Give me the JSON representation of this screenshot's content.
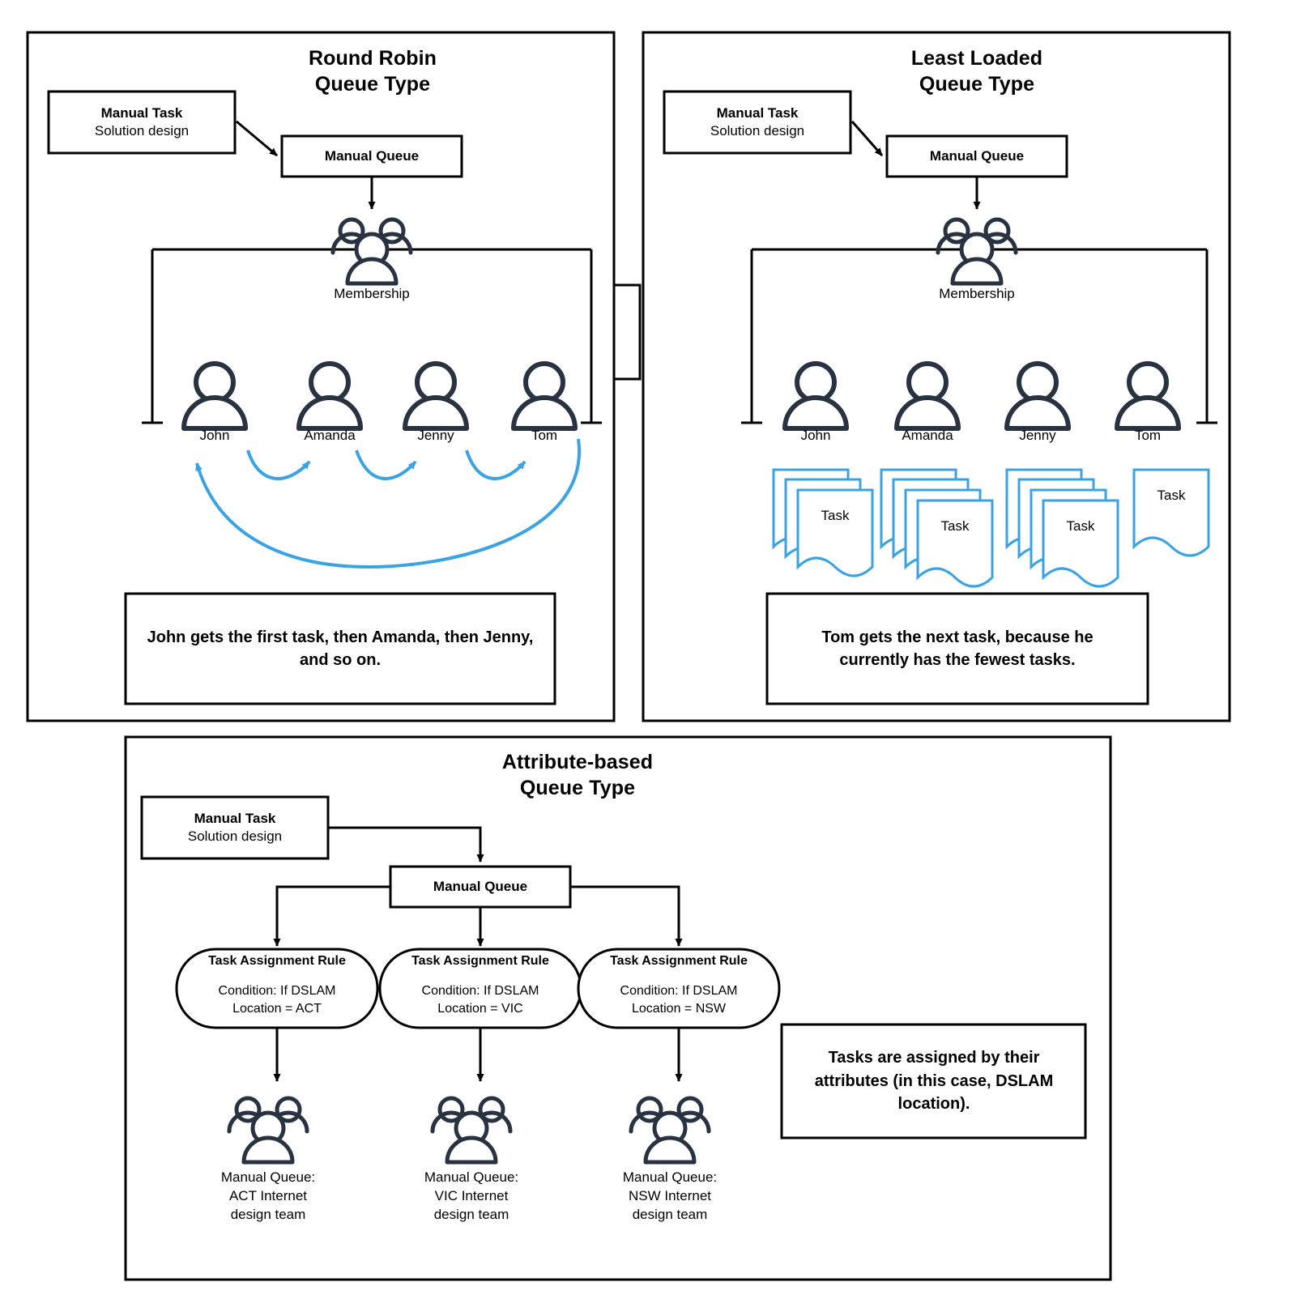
{
  "diagram": {
    "title_hidden": "Manual queue assignment types",
    "colors": {
      "stroke": "#000000",
      "person_icon": "#293241",
      "accent_blue": "#3aa3e3",
      "background": "#ffffff"
    }
  },
  "panels": [
    {
      "id": "round-robin",
      "title_line1": "Round Robin",
      "title_line2": "Queue Type",
      "task_box": {
        "title": "Manual Task",
        "subtitle": "Solution design"
      },
      "queue_box": {
        "label": "Manual Queue"
      },
      "membership": {
        "label": "Membership",
        "icon": "people-group-icon"
      },
      "members": [
        {
          "name": "John",
          "icon": "person-icon"
        },
        {
          "name": "Amanda",
          "icon": "person-icon"
        },
        {
          "name": "Jenny",
          "icon": "person-icon"
        },
        {
          "name": "Tom",
          "icon": "person-icon"
        }
      ],
      "callout": "John gets the first task, then Amanda, then Jenny, and so on."
    },
    {
      "id": "least-loaded",
      "title_line1": "Least Loaded",
      "title_line2": "Queue Type",
      "task_box": {
        "title": "Manual Task",
        "subtitle": "Solution design"
      },
      "queue_box": {
        "label": "Manual Queue"
      },
      "membership": {
        "label": "Membership",
        "icon": "people-group-icon"
      },
      "members": [
        {
          "name": "John",
          "icon": "person-icon",
          "task_count": 3,
          "task_label": "Task"
        },
        {
          "name": "Amanda",
          "icon": "person-icon",
          "task_count": 4,
          "task_label": "Task"
        },
        {
          "name": "Jenny",
          "icon": "person-icon",
          "task_count": 4,
          "task_label": "Task"
        },
        {
          "name": "Tom",
          "icon": "person-icon",
          "task_count": 1,
          "task_label": "Task"
        }
      ],
      "callout": "Tom gets the next task, because he currently has the fewest tasks."
    },
    {
      "id": "attribute-based",
      "title_line1": "Attribute-based",
      "title_line2": "Queue Type",
      "task_box": {
        "title": "Manual Task",
        "subtitle": "Solution design"
      },
      "queue_box": {
        "label": "Manual Queue"
      },
      "rules": [
        {
          "title": "Task Assignment Rule",
          "condition_line1": "Condition: If DSLAM",
          "condition_line2": "Location = ACT",
          "target_line1": "Manual Queue:",
          "target_line2": "ACT Internet",
          "target_line3": "design team",
          "icon": "people-group-icon"
        },
        {
          "title": "Task Assignment Rule",
          "condition_line1": "Condition: If DSLAM",
          "condition_line2": "Location = VIC",
          "target_line1": "Manual Queue:",
          "target_line2": "VIC Internet",
          "target_line3": "design team",
          "icon": "people-group-icon"
        },
        {
          "title": "Task Assignment Rule",
          "condition_line1": "Condition: If DSLAM",
          "condition_line2": "Location = NSW",
          "target_line1": "Manual Queue:",
          "target_line2": "NSW Internet",
          "target_line3": "design team",
          "icon": "people-group-icon"
        }
      ],
      "callout": "Tasks are assigned by their attributes (in this case, DSLAM location)."
    }
  ]
}
